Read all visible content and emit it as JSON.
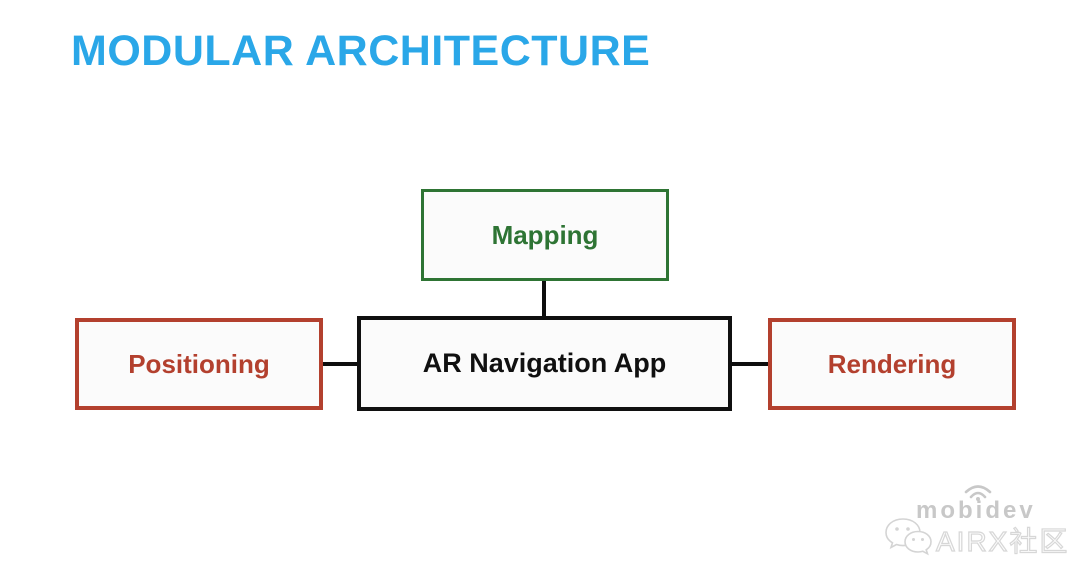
{
  "page": {
    "title": "MODULAR ARCHITECTURE"
  },
  "diagram": {
    "nodes": [
      {
        "id": "mapping",
        "label": "Mapping",
        "color": "#2E7434"
      },
      {
        "id": "app",
        "label": "AR Navigation App",
        "color": "#101010"
      },
      {
        "id": "positioning",
        "label": "Positioning",
        "color": "#B3402E"
      },
      {
        "id": "rendering",
        "label": "Rendering",
        "color": "#B3402E"
      }
    ],
    "edges": [
      {
        "from": "mapping",
        "to": "app"
      },
      {
        "from": "positioning",
        "to": "app"
      },
      {
        "from": "app",
        "to": "rendering"
      }
    ]
  },
  "watermark": {
    "brand": "mobidev",
    "community": "AIRX社区",
    "icons": [
      "wifi-signal-icon",
      "wechat-icon"
    ]
  },
  "colors": {
    "title_blue": "#2AA7E8",
    "node_green": "#2E7434",
    "node_red": "#B3402E",
    "node_black": "#101010",
    "watermark_gray": "#C8C8C8",
    "background": "#FFFFFF"
  }
}
